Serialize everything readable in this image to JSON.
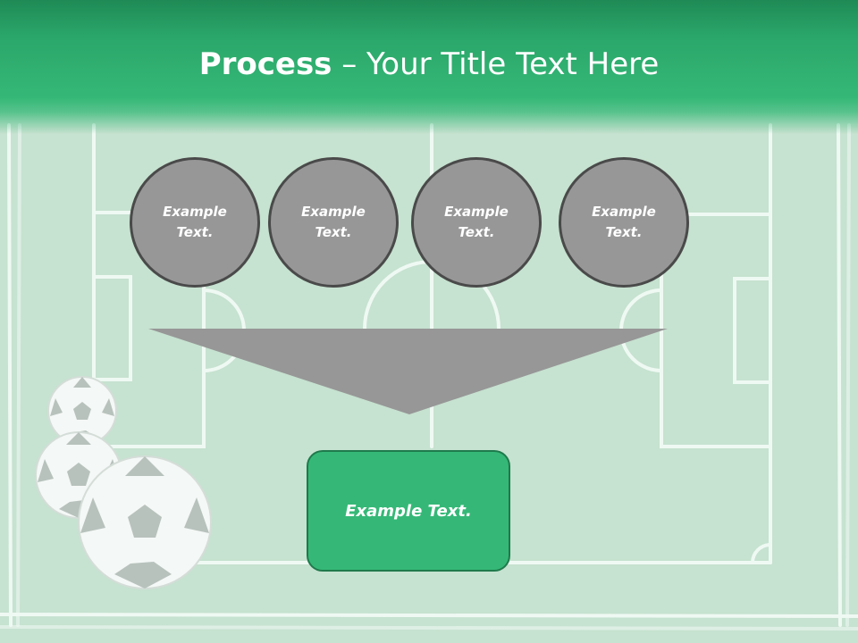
{
  "slide": {
    "title_bold": "Process",
    "title_rest": " – Your Title Text Here",
    "circles": [
      {
        "label": "Example Text."
      },
      {
        "label": "Example Text."
      },
      {
        "label": "Example Text."
      },
      {
        "label": "Example Text."
      }
    ],
    "result_box": {
      "label": "Example Text."
    }
  },
  "colors": {
    "header_green": "#35b877",
    "field_green": "#c8e3d2",
    "circle_fill": "#979797",
    "circle_border": "#4a4a4a",
    "box_fill": "#35b877"
  }
}
